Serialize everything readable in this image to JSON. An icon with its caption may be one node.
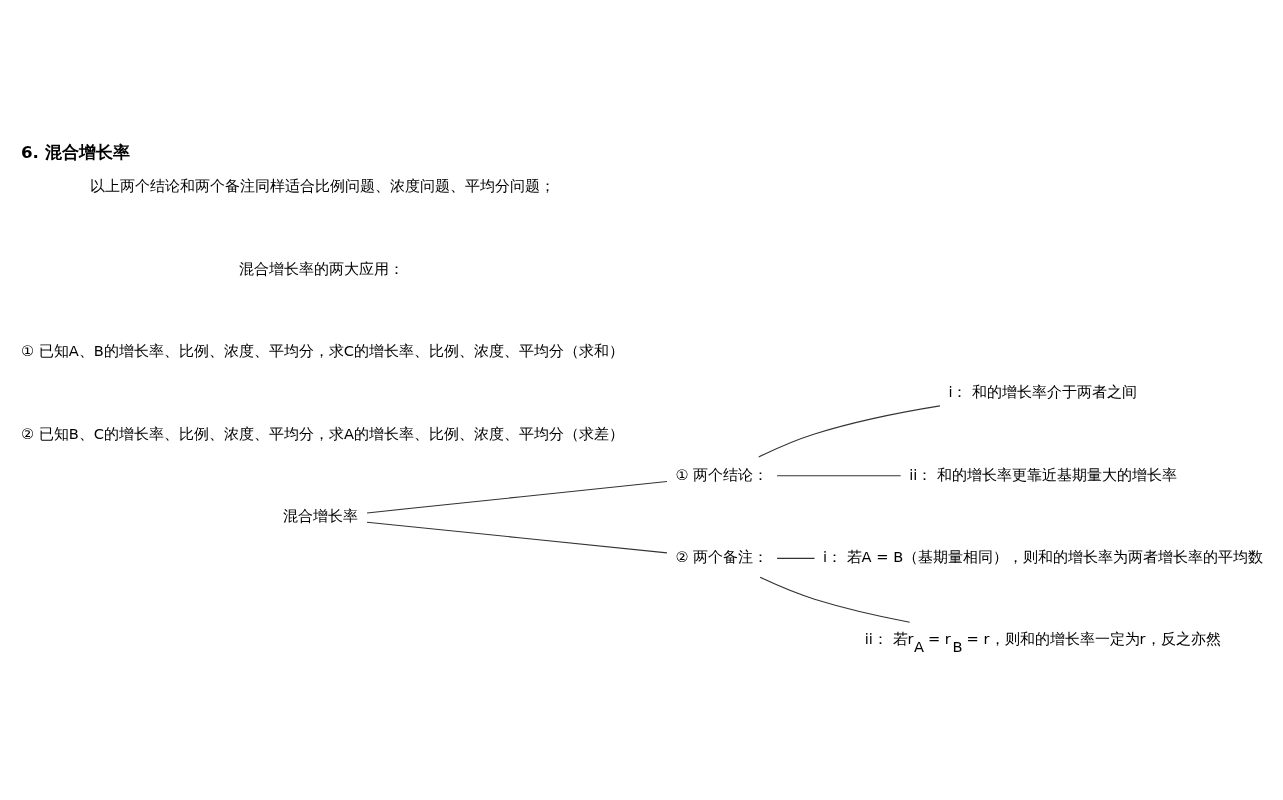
{
  "diagram": {
    "title": "6. 混合增长率",
    "nodes": [
      {
        "text": [
          "混合增长率"
        ]
      },
      {
        "text": [
          "① 两个结论："
        ]
      },
      {
        "text": [
          "i： 和的增长率介于两者之间"
        ]
      },
      {
        "text": [
          "ii： 和的增长率更靠近基期量大的增长率"
        ]
      },
      {
        "text": [
          "② 两个备注："
        ]
      },
      {
        "text": [
          "i： 若A = B（基期量相同），则和的增长率为两者增长率的平均数"
        ]
      },
      {
        "text": [
          "ii： 若r$_{A}$ = r$_{B}$ = r，则和的增长率一定为r，反之亦然"
        ]
      }
    ],
    "edges": [
      {
        "from": 0,
        "to": 1,
        "arrow": "none"
      },
      {
        "from": 0,
        "to": 4,
        "arrow": "none"
      },
      {
        "from": 1,
        "to": 2,
        "arrow": "none"
      },
      {
        "from": 1,
        "to": 3,
        "arrow": "none"
      },
      {
        "from": 4,
        "to": 5,
        "arrow": "none"
      },
      {
        "from": 4,
        "to": 6,
        "arrow": "none"
      }
    ],
    "labels": [
      "以上两个结论和两个备注同样适合比例问题、浓度问题、平均分问题；",
      "混合增长率的两大应用：",
      "① 已知A、B的增长率、比例、浓度、平均分，求C的增长率、比例、浓度、平均分（求和）",
      "② 已知B、C的增长率、比例、浓度、平均分，求A的增长率、比例、浓度、平均分（求差）"
    ]
  }
}
